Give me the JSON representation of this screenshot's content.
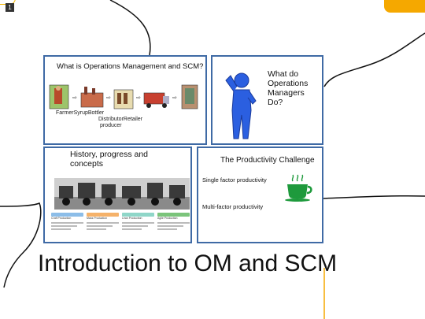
{
  "page_badge": "1",
  "colors": {
    "panel_border": "#3f6aa5",
    "orange_tab": "#f5a800",
    "yellow_tab": "#f5b800",
    "cup_green": "#1e9a3c",
    "figure_blue": "#2b5fe0"
  },
  "panels": {
    "om_scm": {
      "title": "What is Operations Management and SCM?",
      "labels": {
        "farmer": "Farmer",
        "syrup": "Syrup",
        "bottler": "Bottler",
        "distributor": "Distributor",
        "retailer": "Retailer",
        "producer": "producer"
      },
      "icons": [
        "farmer-icon",
        "syrup-factory-icon",
        "bottler-icon",
        "truck-icon",
        "retailer-icon"
      ]
    },
    "managers": {
      "question": "What do Operations Managers Do?",
      "icon": "thinking-person-icon"
    },
    "history": {
      "title": "History, progress and concepts",
      "icon": "old-factory-photo",
      "columns": [
        "Craft Production",
        "Mass Production",
        "Lean Production",
        "Agile Production"
      ]
    },
    "productivity": {
      "title": "The Productivity Challenge",
      "single": "Single factor productivity",
      "multi": "Multi-factor productivity",
      "icon": "coffee-cup-icon"
    }
  },
  "main_title": "Introduction to OM and SCM"
}
